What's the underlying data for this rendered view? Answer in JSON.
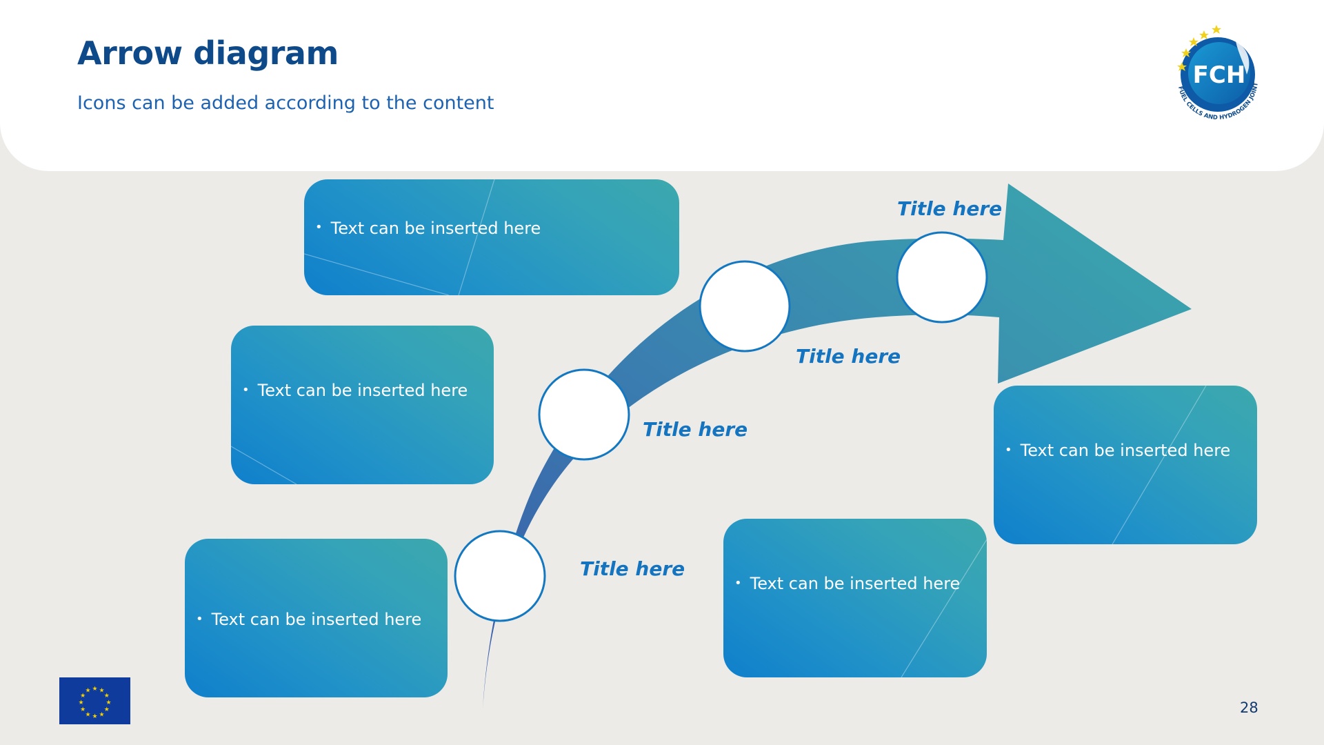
{
  "header": {
    "title": "Arrow diagram",
    "subtitle": "Icons can be added according to the content"
  },
  "logo": {
    "mark": "FCH",
    "tagline": "FUEL CELLS AND HYDROGEN JOINT UNDERTAKING"
  },
  "steps": [
    {
      "title": "Title here",
      "text": "Text can be inserted here"
    },
    {
      "title": "Title here",
      "text": "Text can be inserted here"
    },
    {
      "title": "Title here",
      "text": "Text can be inserted here"
    },
    {
      "title": "Title here",
      "text": "Text can be inserted here"
    },
    {
      "title": "Title here",
      "text": "Text can be inserted here"
    }
  ],
  "footer": {
    "page_number": "28"
  },
  "icons": [
    "star-icon",
    "eu-flag-icon",
    "bullet-icon"
  ],
  "colors": {
    "title": "#0e4a8a",
    "accent": "#1474c0",
    "box_start": "#0f7fcc",
    "box_end": "#3ca8ad",
    "arrow_start": "#3a5fa8",
    "arrow_end": "#3aa8ae",
    "background": "#ecebe8"
  }
}
